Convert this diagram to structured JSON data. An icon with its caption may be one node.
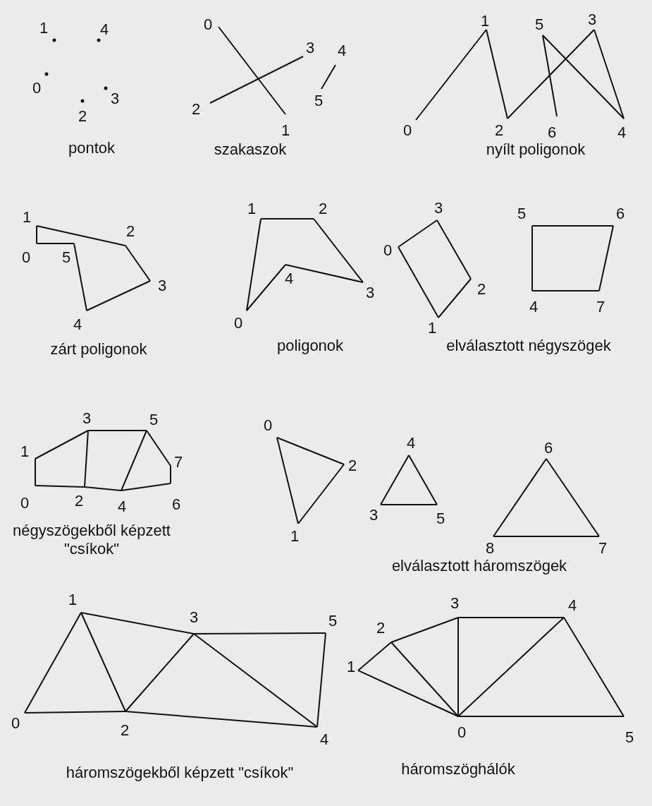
{
  "diagram": {
    "labels": [
      "1",
      "4",
      "0",
      "3",
      "2",
      "pontok",
      "0",
      "3",
      "2",
      "4",
      "5",
      "1",
      "szakaszok",
      "1",
      "5",
      "3",
      "0",
      "2",
      "6",
      "4",
      "nyílt poligonok",
      "1",
      "2",
      "0",
      "5",
      "3",
      "4",
      "zárt poligonok",
      "1",
      "2",
      "4",
      "0",
      "3",
      "poligonok",
      "3",
      "5",
      "6",
      "0",
      "2",
      "4",
      "7",
      "1",
      "elválasztott négyszögek",
      "3",
      "5",
      "1",
      "7",
      "0",
      "2",
      "4",
      "6",
      "négyszögekből képzett \"csíkok\"",
      "0",
      "2",
      "1",
      "4",
      "6",
      "3",
      "5",
      "8",
      "7",
      "elválasztott háromszögek",
      "1",
      "3",
      "5",
      "0",
      "2",
      "4",
      "háromszögekből képzett \"csíkok\"",
      "3",
      "4",
      "2",
      "1",
      "0",
      "5",
      "háromszöghálók"
    ]
  }
}
